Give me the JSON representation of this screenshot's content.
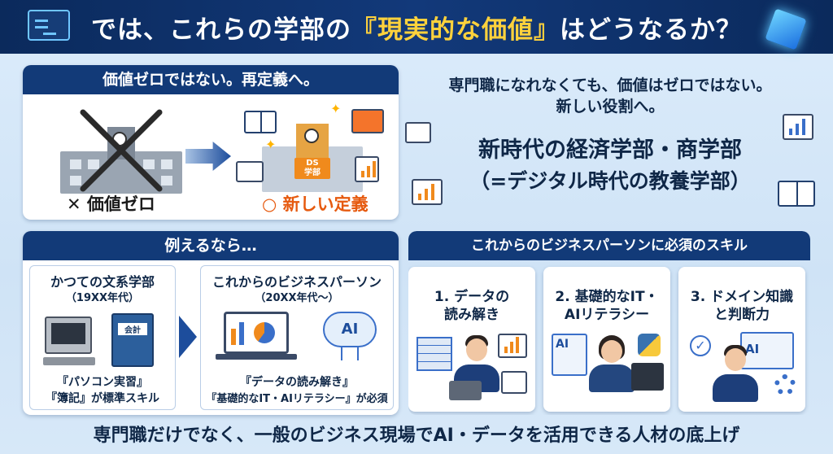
{
  "header": {
    "title_pre": "では、これらの学部の",
    "title_highlight": "『現実的な価値』",
    "title_post": "はどうなるか？"
  },
  "panel_redefine": {
    "heading": "価値ゼロではない。再定義へ。",
    "left_label": "✕ 価値ゼロ",
    "right_label": "○ 新しい定義",
    "building_sign": "DS\n学部"
  },
  "right_copy": {
    "line1": "専門職になれなくても、価値はゼロではない。",
    "line2": "新しい役割へ。",
    "line3": "新時代の経済学部・商学部",
    "line4": "（=デジタル時代の教養学部）"
  },
  "panel_example": {
    "heading": "例えるなら…",
    "past_title": "かつての文系学部",
    "past_era": "（19XX年代）",
    "past_ledger": "会計",
    "past_desc1": "『パソコン実習』",
    "past_desc2": "『簿記』が標準スキル",
    "future_title": "これからのビジネスパーソン",
    "future_era": "（20XX年代〜）",
    "future_ai": "AI",
    "future_desc1": "『データの読み解き』",
    "future_desc2": "『基礎的なIT・AIリテラシー』が必須"
  },
  "panel_skills": {
    "heading": "これからのビジネスパーソンに必須のスキル",
    "skills": [
      {
        "line1": "1. データの",
        "line2": "読み解き"
      },
      {
        "line1": "2. 基礎的なIT・",
        "line2": "AIリテラシー",
        "badge": "AI"
      },
      {
        "line1": "3. ドメイン知識",
        "line2": "と判断力",
        "badge": "AI"
      }
    ]
  },
  "footer": {
    "text": "専門職だけでなく、一般のビジネス現場でAI・データを活用できる人材の底上げ"
  },
  "colors": {
    "navy": "#123a78",
    "highlight": "#ffd23c",
    "accent_orange": "#e65a0f"
  }
}
